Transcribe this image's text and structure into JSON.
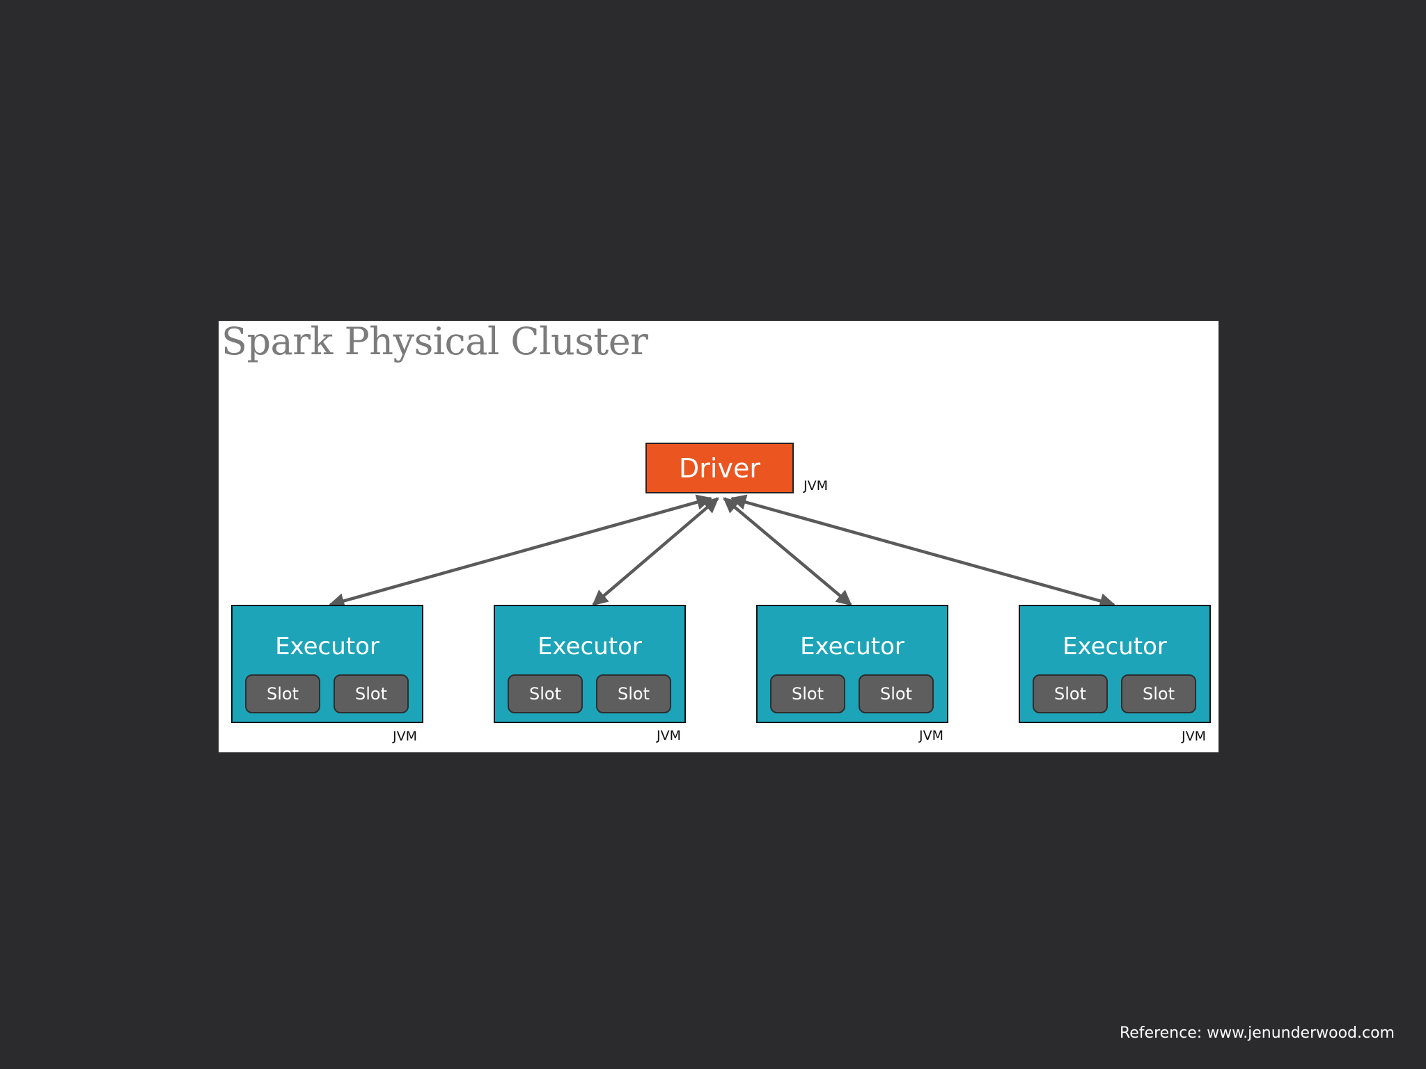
{
  "slide": {
    "title": "Spark Physical Cluster",
    "reference": "Reference: www.jenunderwood.com"
  },
  "driver": {
    "label": "Driver",
    "jvm_label": "JVM",
    "color": "#ea5520"
  },
  "executors": [
    {
      "label": "Executor",
      "slots": [
        "Slot",
        "Slot"
      ],
      "jvm_label": "JVM"
    },
    {
      "label": "Executor",
      "slots": [
        "Slot",
        "Slot"
      ],
      "jvm_label": "JVM"
    },
    {
      "label": "Executor",
      "slots": [
        "Slot",
        "Slot"
      ],
      "jvm_label": "JVM"
    },
    {
      "label": "Executor",
      "slots": [
        "Slot",
        "Slot"
      ],
      "jvm_label": "JVM"
    }
  ],
  "colors": {
    "background": "#2b2a2c",
    "executor": "#1da4b8",
    "slot": "#5e5e5e",
    "arrow": "#5a5a5a"
  }
}
